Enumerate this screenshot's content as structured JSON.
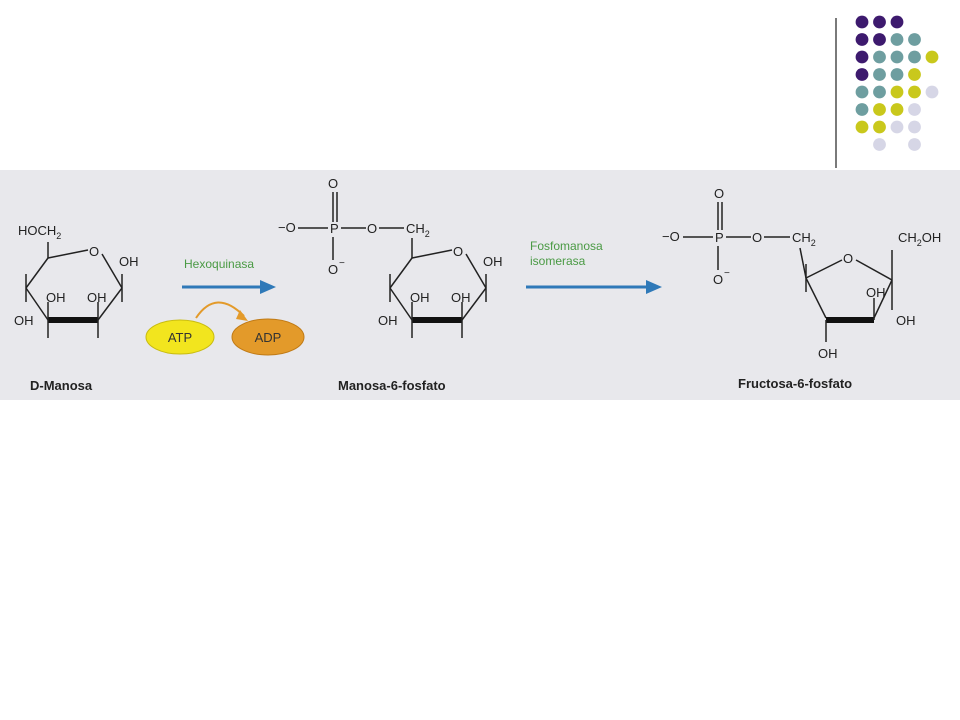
{
  "colors": {
    "background_band": "#e8e8ec",
    "arrow_blue": "#2f79b8",
    "enzyme_green": "#4a9a44",
    "atp_yellow": "#f2e51e",
    "adp_orange": "#e39a2a",
    "dot_purple": "#3d1a6e",
    "dot_teal": "#6e9ea0",
    "dot_olive": "#c9c81c",
    "dot_lavender": "#d6d6e6"
  },
  "decoration": {
    "dots": [
      [
        "purple",
        "purple",
        "purple",
        null,
        null
      ],
      [
        "purple",
        "purple",
        "teal",
        "teal",
        null
      ],
      [
        "purple",
        "teal",
        "teal",
        "teal",
        "olive"
      ],
      [
        "purple",
        "teal",
        "teal",
        "olive",
        null
      ],
      [
        "teal",
        "teal",
        "olive",
        "olive",
        "lavender"
      ],
      [
        "teal",
        "olive",
        "olive",
        "lavender",
        null
      ],
      [
        "olive",
        "olive",
        "lavender",
        "lavender",
        null
      ],
      [
        null,
        "lavender",
        null,
        "lavender",
        null
      ]
    ]
  },
  "scheme": {
    "mannose": {
      "name": "D-Manosa",
      "hoch2": "HOCH",
      "sub2": "2",
      "ring_o": "O",
      "oh_anomeric": "OH",
      "oh_c2": "OH",
      "oh_c3": "OH",
      "oh_c4": "OH"
    },
    "step1": {
      "enzyme": "Hexoquinasa",
      "cofactor_in": "ATP",
      "cofactor_out": "ADP"
    },
    "mannose6p": {
      "name": "Manosa-6-fosfato",
      "p_o_top": "O",
      "p_o_minus": "−O",
      "p": "P",
      "p_bridge_o": "O",
      "p_o_bottom": "O",
      "minus": "−",
      "ch2": "CH",
      "sub2": "2",
      "ring_o": "O",
      "oh_anomeric": "OH",
      "oh_c2": "OH",
      "oh_c3": "OH",
      "oh_c4": "OH"
    },
    "step2": {
      "enzyme_line1": "Fosfomanosa",
      "enzyme_line2": "isomerasa"
    },
    "fructose6p": {
      "name": "Fructosa-6-fosfato",
      "p_o_top": "O",
      "p_o_minus": "−O",
      "p": "P",
      "p_bridge_o": "O",
      "p_o_bottom": "O",
      "minus": "−",
      "ch2": "CH",
      "sub2": "2",
      "ch2oh": "CH",
      "ch2oh_sub": "2",
      "ch2oh_tail": "OH",
      "ring_o": "O",
      "oh_c4": "OH",
      "oh_c3": "OH",
      "oh_c2": "OH"
    }
  }
}
